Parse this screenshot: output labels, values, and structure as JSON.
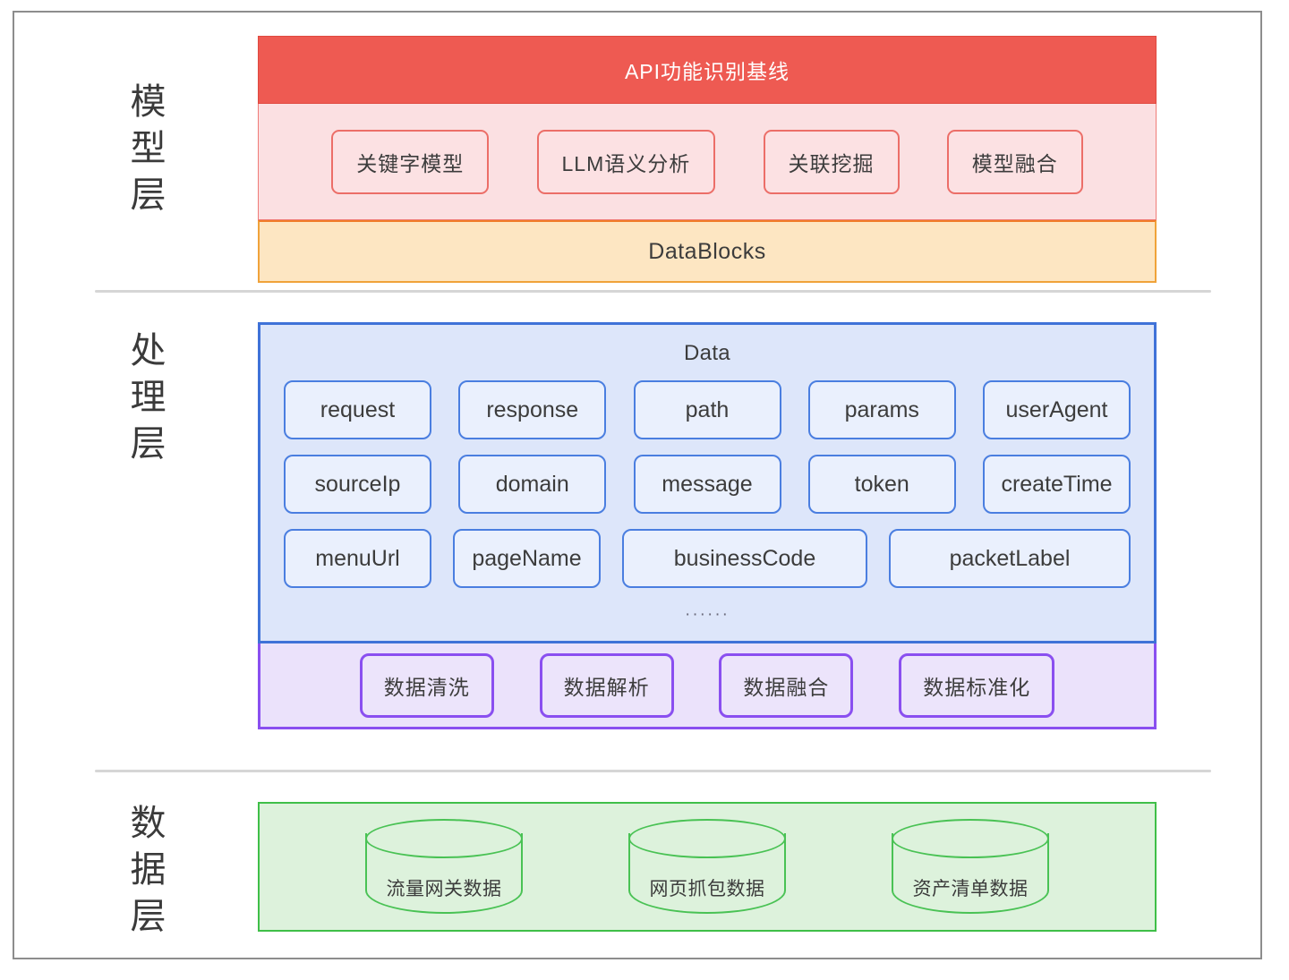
{
  "diagram": {
    "layers": [
      {
        "id": "model",
        "label_chars": [
          "模",
          "型",
          "层"
        ],
        "baseline_title": "API功能识别基线",
        "model_chips": [
          "关键字模型",
          "LLM语义分析",
          "关联挖掘",
          "模型融合"
        ],
        "datablocks_title": "DataBlocks",
        "colors": {
          "header_bg": "#ee5a52",
          "body_bg": "#fbe0e2",
          "chip_border": "#ec6e68",
          "datablocks_bg": "#fde6c2",
          "datablocks_border": "#f0a33a"
        }
      },
      {
        "id": "processing",
        "label_chars": [
          "处",
          "理",
          "层"
        ],
        "data_title": "Data",
        "field_rows": [
          [
            "request",
            "response",
            "path",
            "params",
            "userAgent"
          ],
          [
            "sourceIp",
            "domain",
            "message",
            "token",
            "createTime"
          ],
          [
            "menuUrl",
            "pageName",
            "businessCode",
            "packetLabel"
          ]
        ],
        "ellipsis": "······",
        "process_chips": [
          "数据清洗",
          "数据解析",
          "数据融合",
          "数据标准化"
        ],
        "colors": {
          "panel_bg": "#dde6fa",
          "panel_border": "#3f72d8",
          "chip_border": "#4a7ee0",
          "process_bg": "#ebe2fb",
          "process_border": "#8a4ff0"
        }
      },
      {
        "id": "data",
        "label_chars": [
          "数",
          "据",
          "层"
        ],
        "datastores": [
          "流量网关数据",
          "网页抓包数据",
          "资产清单数据"
        ],
        "colors": {
          "panel_bg": "#ddf2dc",
          "panel_border": "#3fbf48",
          "cylinder_stroke": "#49c254"
        }
      }
    ],
    "divider_color": "#d6d6d6",
    "frame_border_color": "#8d8d8d"
  }
}
